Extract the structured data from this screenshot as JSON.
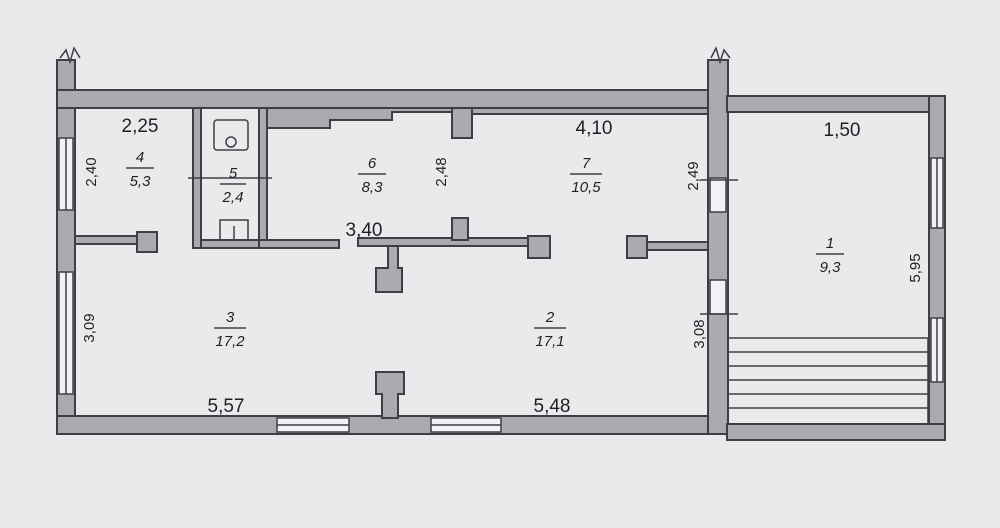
{
  "plan": {
    "rooms": [
      {
        "id": "1",
        "area": "9,3"
      },
      {
        "id": "2",
        "area": "17,1"
      },
      {
        "id": "3",
        "area": "17,2"
      },
      {
        "id": "4",
        "area": "5,3"
      },
      {
        "id": "5",
        "area": "2,4"
      },
      {
        "id": "6",
        "area": "8,3"
      },
      {
        "id": "7",
        "area": "10,5"
      }
    ],
    "dimensions": {
      "top_room4": "2,25",
      "top_room7": "4,10",
      "top_room1": "1,50",
      "corridor": "3,40",
      "bottom_left": "5,57",
      "bottom_right": "5,48",
      "side_room4": "2,40",
      "side_room6": "2,48",
      "side_room7": "2,49",
      "side_room3": "3,09",
      "side_room2": "3,08",
      "side_room1": "5,95"
    }
  }
}
